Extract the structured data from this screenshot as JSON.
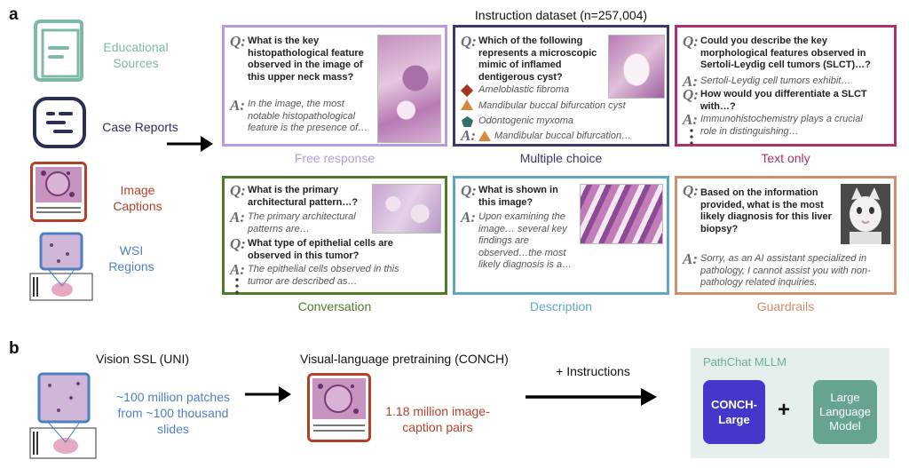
{
  "panel_a": {
    "letter": "a",
    "dataset_title": "Instruction dataset (n=257,004)",
    "sources": [
      {
        "label": "Educational Sources"
      },
      {
        "label": "Case Reports"
      },
      {
        "label": "Image Captions"
      },
      {
        "label": "WSI Regions"
      }
    ],
    "cards": {
      "free_response": {
        "caption": "Free response",
        "q1": "What is the key histopathological feature observed in the image of this upper neck mass?",
        "a1": "In the image, the most notable histopathological feature is the presence of…"
      },
      "multiple_choice": {
        "caption": "Multiple choice",
        "q1": "Which of the following represents a microscopic mimic of inflamed dentigerous cyst?",
        "opt1": "Ameloblastic fibroma",
        "opt2": "Mandibular buccal bifurcation cyst",
        "opt3": "Odontogenic myxoma",
        "answer": "Mandibular buccal bifurcation…"
      },
      "text_only": {
        "caption": "Text only",
        "q1": "Could you describe the key morphological features observed in Sertoli-Leydig cell tumors (SLCT)…?",
        "a1": "Sertoli-Leydig cell tumors exhibit…",
        "q2": "How would you differentiate a SLCT with…?",
        "a2": "Immunohistochemistry plays a crucial role in distinguishing…"
      },
      "conversation": {
        "caption": "Conversation",
        "q1": "What is the primary architectural pattern…?",
        "a1": "The primary architectural patterns are…",
        "q2": "What type of epithelial cells are observed in this tumor?",
        "a2": "The epithelial cells observed in this tumor are described as…"
      },
      "description": {
        "caption": "Description",
        "q1": "What is shown in this image?",
        "a1": "Upon examining the image… several key findings are observed…the most likely diagnosis is a…"
      },
      "guardrails": {
        "caption": "Guardrails",
        "q1": "Based on the information provided, what is the most likely diagnosis for this liver biopsy?",
        "a1": "Sorry, as an AI assistant specialized in pathology, I cannot assist you with non-pathology related inquiries."
      }
    },
    "q_marker": "Q:",
    "a_marker": "A:"
  },
  "panel_b": {
    "letter": "b",
    "ssl_title": "Vision SSL (UNI)",
    "ssl_text": "~100 million patches from ~100 thousand slides",
    "vlp_title": "Visual-language pretraining (CONCH)",
    "vlp_text": "1.18 million image-caption pairs",
    "instructions": "+ Instructions",
    "model_title": "PathChat MLLM",
    "conch_block": "CONCH-Large",
    "plus": "+",
    "llm_block": "Large Language Model"
  },
  "colors": {
    "free_response": "#b69be0",
    "multiple_choice": "#3d3868",
    "text_only": "#b0306e",
    "conversation": "#4e7a2a",
    "description": "#5fa8bb",
    "guardrails": "#cf8e6e",
    "educational": "#7fb8a4",
    "case_reports": "#2b2f55",
    "image_captions": "#b5402a",
    "wsi": "#4f7fc2"
  }
}
